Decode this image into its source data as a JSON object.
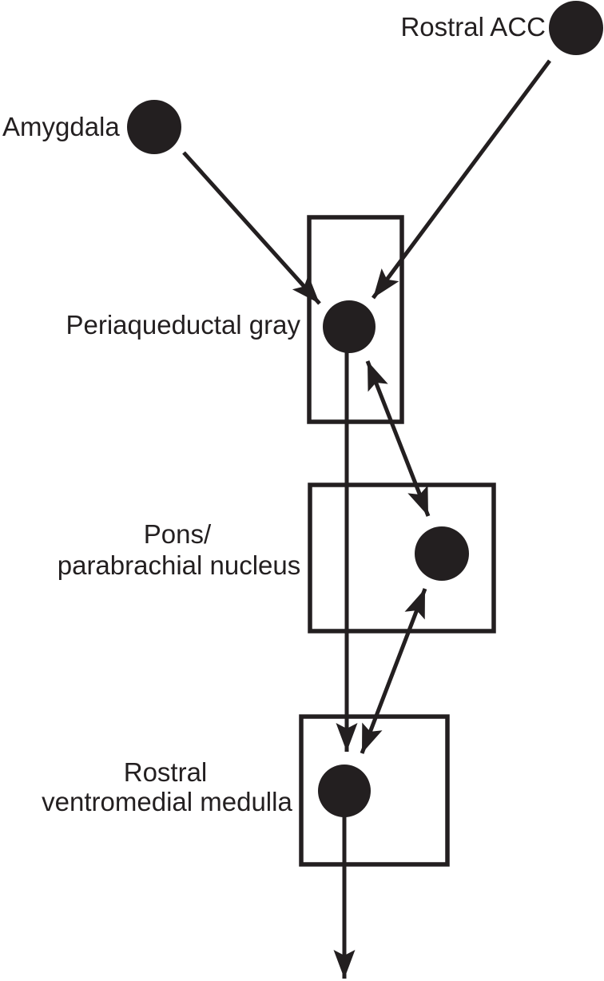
{
  "colors": {
    "ink": "#231f20",
    "background": "#ffffff"
  },
  "nodes": {
    "rostral_acc": {
      "label": "Rostral ACC"
    },
    "amygdala": {
      "label": "Amygdala"
    },
    "periaqueductal_gray": {
      "label": "Periaqueductal gray"
    },
    "pons_parabrachial": {
      "label_line1": "Pons/",
      "label_line2": "parabrachial nucleus"
    },
    "rostral_ventromedial_medulla": {
      "label_line1": "Rostral",
      "label_line2": "ventromedial medulla"
    }
  },
  "edges": [
    {
      "from": "Amygdala",
      "to": "Periaqueductal gray",
      "direction": "one-way"
    },
    {
      "from": "Rostral ACC",
      "to": "Periaqueductal gray",
      "direction": "one-way"
    },
    {
      "from": "Periaqueductal gray",
      "to": "Pons/parabrachial nucleus",
      "direction": "two-way"
    },
    {
      "from": "Periaqueductal gray",
      "to": "Rostral ventromedial medulla",
      "direction": "one-way"
    },
    {
      "from": "Pons/parabrachial nucleus",
      "to": "Rostral ventromedial medulla",
      "direction": "two-way"
    },
    {
      "from": "Rostral ventromedial medulla",
      "to": "off-diagram (descending)",
      "direction": "one-way"
    }
  ]
}
